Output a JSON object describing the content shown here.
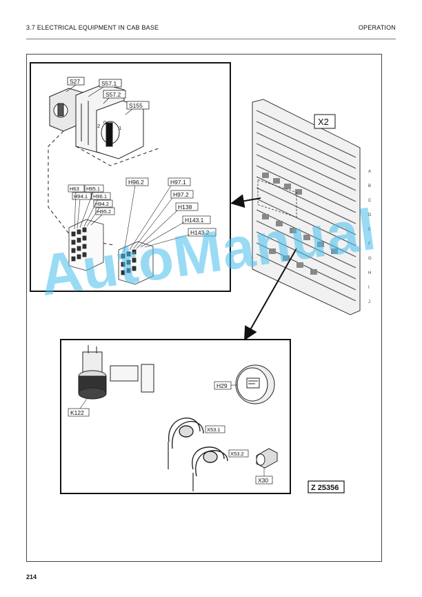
{
  "header": {
    "section_title": "3.7 ELECTRICAL EQUIPMENT IN CAB BASE",
    "chapter": "OPERATION"
  },
  "page_number": "214",
  "figure": {
    "id": "Z 25356",
    "switch_labels": [
      "S27",
      "S57.1",
      "S57.2",
      "S155"
    ],
    "relay_left_labels": [
      "H63",
      "H95.1",
      "H94.1",
      "H96.1",
      "H94.2",
      "H95.2"
    ],
    "relay_right_labels": [
      "H96.2",
      "H97.1",
      "H97.2",
      "H138",
      "H143.1",
      "H143.2"
    ],
    "panel_label": "X2",
    "row_letters": [
      "A",
      "B",
      "C",
      "D",
      "E",
      "F",
      "G",
      "H",
      "I",
      "J"
    ],
    "lower_labels": [
      "K122",
      "H29",
      "X53.1",
      "X53.2",
      "X30"
    ],
    "switch_positions": [
      "2",
      "0",
      "1"
    ]
  },
  "watermark": "AutoManual"
}
